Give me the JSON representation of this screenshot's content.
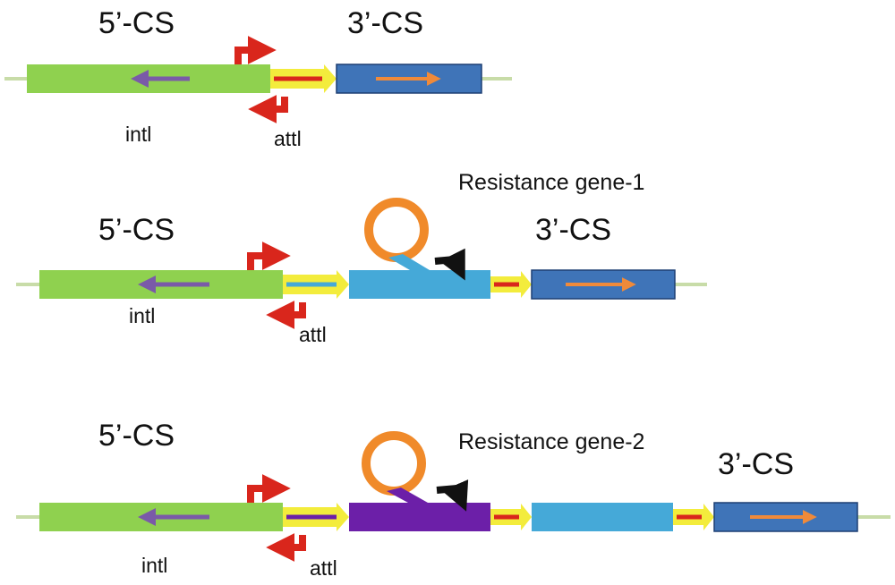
{
  "panels": [
    {
      "label_5cs": "5’-CS",
      "label_3cs": "3’-CS",
      "label_int": "intl",
      "label_att": "attl",
      "resistance_gene": ""
    },
    {
      "label_5cs": "5’-CS",
      "label_3cs": "3’-CS",
      "label_int": "intl",
      "label_att": "attl",
      "resistance_gene": "Resistance gene-1"
    },
    {
      "label_5cs": "5’-CS",
      "label_3cs": "3’-CS",
      "label_int": "intl",
      "label_att": "attl",
      "resistance_gene": "Resistance gene-2"
    }
  ],
  "colors": {
    "int_gene": "#8fd14f",
    "cs3_gene": "#3f74b8",
    "gene1": "#45a9d8",
    "gene2": "#6c1fa8",
    "att_site": "#f3ec3c",
    "promoter": "#d9261c",
    "internal_arrow_int": "#7a5aa8",
    "internal_arrow_cs3": "#f08a3a",
    "circle": "#f08a2a",
    "backbone": "#c8dca8"
  }
}
